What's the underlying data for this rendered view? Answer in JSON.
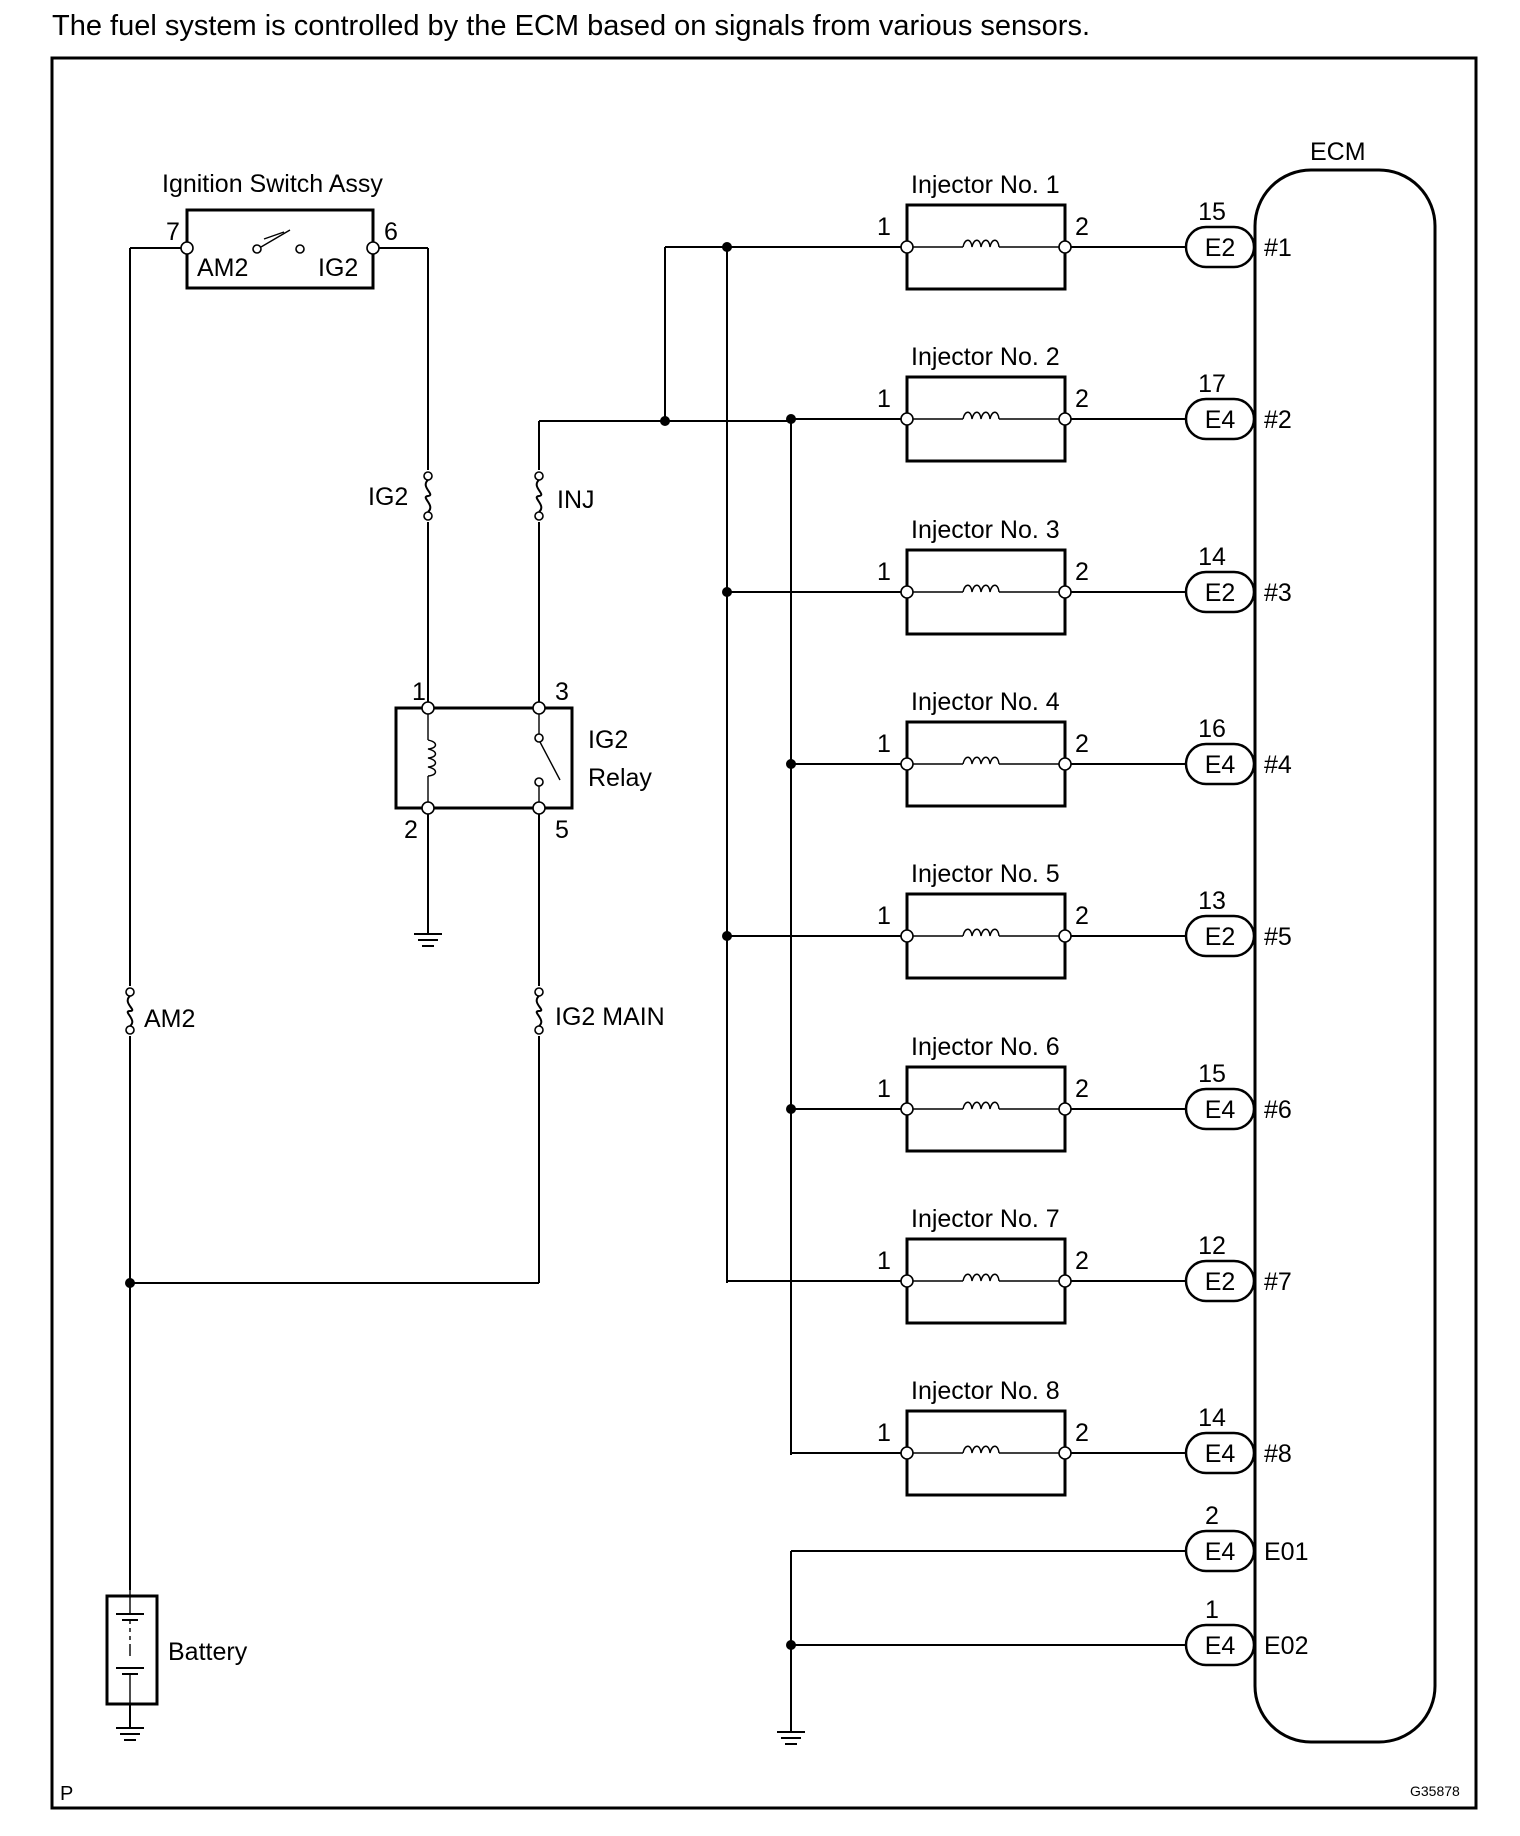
{
  "header": {
    "text": "The fuel system is controlled by the ECM based on signals from various sensors."
  },
  "ignition_switch": {
    "label": "Ignition Switch Assy",
    "pin_left": "7",
    "pin_right": "6",
    "contact_left": "AM2",
    "contact_right": "IG2"
  },
  "fuses": {
    "ig2": "IG2",
    "inj": "INJ",
    "am2": "AM2",
    "ig2_main": "IG2 MAIN"
  },
  "relay": {
    "name_line1": "IG2",
    "name_line2": "Relay",
    "pin_1": "1",
    "pin_2": "2",
    "pin_3": "3",
    "pin_5": "5"
  },
  "battery": {
    "label": "Battery"
  },
  "ecm": {
    "label": "ECM"
  },
  "injectors": [
    {
      "label": "Injector No. 1",
      "pin_in": "1",
      "pin_out": "2",
      "connector": "E2",
      "ecm_pin": "15",
      "ecm_terminal": "#1"
    },
    {
      "label": "Injector No. 2",
      "pin_in": "1",
      "pin_out": "2",
      "connector": "E4",
      "ecm_pin": "17",
      "ecm_terminal": "#2"
    },
    {
      "label": "Injector No. 3",
      "pin_in": "1",
      "pin_out": "2",
      "connector": "E2",
      "ecm_pin": "14",
      "ecm_terminal": "#3"
    },
    {
      "label": "Injector No. 4",
      "pin_in": "1",
      "pin_out": "2",
      "connector": "E4",
      "ecm_pin": "16",
      "ecm_terminal": "#4"
    },
    {
      "label": "Injector No. 5",
      "pin_in": "1",
      "pin_out": "2",
      "connector": "E2",
      "ecm_pin": "13",
      "ecm_terminal": "#5"
    },
    {
      "label": "Injector No. 6",
      "pin_in": "1",
      "pin_out": "2",
      "connector": "E4",
      "ecm_pin": "15",
      "ecm_terminal": "#6"
    },
    {
      "label": "Injector No. 7",
      "pin_in": "1",
      "pin_out": "2",
      "connector": "E2",
      "ecm_pin": "12",
      "ecm_terminal": "#7"
    },
    {
      "label": "Injector No. 8",
      "pin_in": "1",
      "pin_out": "2",
      "connector": "E4",
      "ecm_pin": "14",
      "ecm_terminal": "#8"
    }
  ],
  "ground_connections": [
    {
      "connector": "E4",
      "ecm_pin": "2",
      "ecm_terminal": "E01"
    },
    {
      "connector": "E4",
      "ecm_pin": "1",
      "ecm_terminal": "E02"
    }
  ],
  "footer": {
    "corner_left": "P",
    "figure_code": "G35878"
  }
}
